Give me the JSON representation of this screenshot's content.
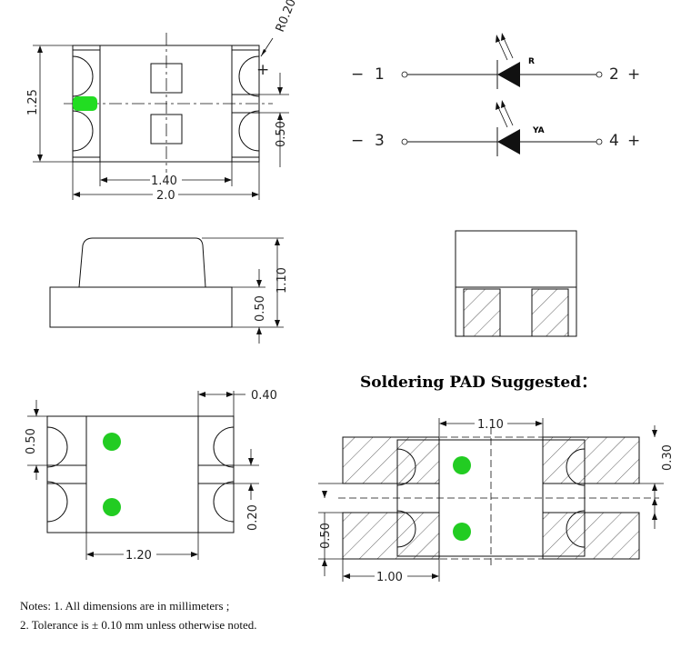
{
  "top_view": {
    "radius_label": "R0.20",
    "plus_label": "+",
    "dim_height": "1.25",
    "dim_right": "0.50",
    "dim_inner_width": "1.40",
    "dim_total_width": "2.0",
    "led_color": "#22dd22"
  },
  "schematic": {
    "row1": {
      "left_sign": "−",
      "left_pin": "1",
      "led_label": "R",
      "right_pin": "2",
      "right_sign": "+"
    },
    "row2": {
      "left_sign": "−",
      "left_pin": "3",
      "led_label": "YA",
      "right_pin": "4",
      "right_sign": "+"
    }
  },
  "side_view": {
    "dim_total_height": "1.10",
    "dim_base_height": "0.50"
  },
  "bottom_view": {
    "dim_pad_width": "0.40",
    "dim_pad_height": "0.50",
    "dim_gap": "0.20",
    "dim_width": "1.20",
    "dot_color": "#22cc22"
  },
  "solder_pad": {
    "title": "Soldering PAD Suggested：",
    "dim_spacing": "1.10",
    "dim_pad_height": "0.30",
    "dim_pitch": "0.50",
    "dim_pad_width": "1.00",
    "dot_color": "#22cc22"
  },
  "notes": {
    "line1": "Notes:  1. All dimensions are in millimeters ;",
    "line2": "2. Tolerance is ± 0.10 mm unless otherwise noted."
  }
}
